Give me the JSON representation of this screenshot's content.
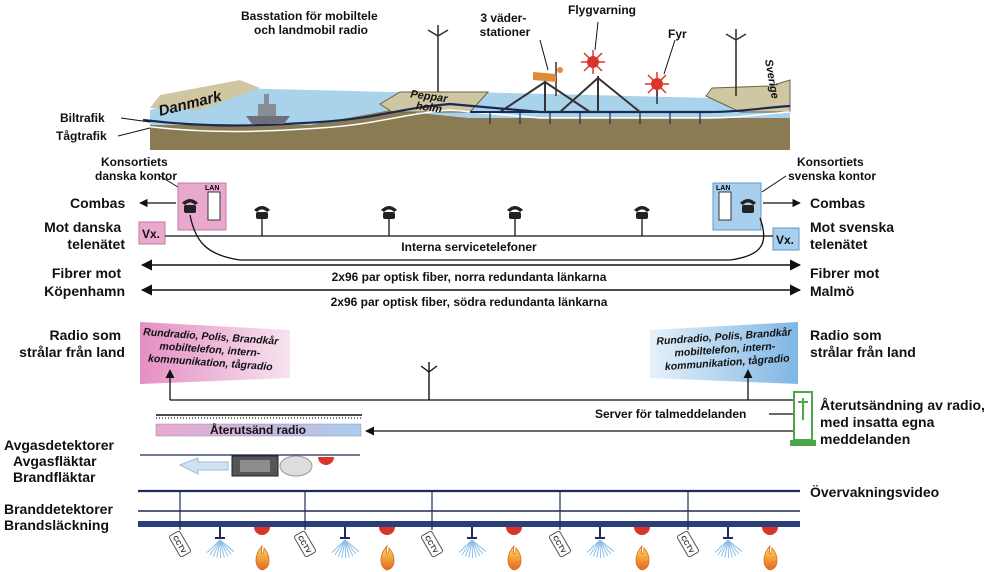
{
  "top": {
    "basstation": [
      "Basstation för mobiltele",
      "och landmobil radio"
    ],
    "vader": [
      "3 väder-",
      "stationer"
    ],
    "flygvarning": "Flygvarning",
    "fyr": "Fyr",
    "danmark": "Danmark",
    "pepparholm": [
      "Peppar",
      "holm"
    ],
    "sverige": "Sverige",
    "biltrafik": "Biltrafik",
    "tagtrafik": "Tågtrafik"
  },
  "kontor": {
    "dansk": [
      "Konsortiets",
      "danska kontor"
    ],
    "svensk": [
      "Konsortiets",
      "svenska kontor"
    ],
    "lan": "LAN",
    "vx": "Vx."
  },
  "left": {
    "combas": "Combas",
    "mot_danska": [
      "Mot danska",
      "telenätet"
    ],
    "fibrer": [
      "Fibrer mot",
      "Köpenhamn"
    ],
    "radio": [
      "Radio som",
      "strålar från land"
    ],
    "avgasdetektorer": "Avgasdetektorer",
    "avgasflaktar": "Avgasfläktar",
    "brandflaktar": "Brandfläktar",
    "branddetektorer": "Branddetektorer",
    "brandslackning": "Brandsläckning"
  },
  "right": {
    "combas": "Combas",
    "mot_svenska": [
      "Mot svenska",
      "telenätet"
    ],
    "fibrer": [
      "Fibrer mot",
      "Malmö"
    ],
    "radio": [
      "Radio som",
      "strålar från land"
    ],
    "aterutsandning": [
      "Återutsändning av radio,",
      "med insatta egna",
      "meddelanden"
    ],
    "overvakning": "Övervakningsvideo"
  },
  "center": {
    "interna": "Interna servicetelefoner",
    "norra": "2x96 par optisk fiber, norra redundanta länkarna",
    "sodra": "2x96 par optisk fiber, södra redundanta länkarna",
    "server": "Server för talmeddelanden",
    "aterutsand_radio": "Återutsänd radio"
  },
  "radio_box": [
    "Rundradio, Polis, Brandkår",
    "mobiltelefon, intern-",
    "kommunikation, tågradio"
  ],
  "cctv": "CCTV",
  "colors": {
    "pink": "#e9a9cf",
    "pink_dark": "#c27aa6",
    "blue": "#a8cfee",
    "blue_dark": "#5f98c8",
    "water": "#a9d3ea",
    "land": "#8a7b52",
    "land_top": "#cfc6a2",
    "red": "#d9352a",
    "green": "#4aa84a",
    "navy": "#1f2a5a"
  }
}
